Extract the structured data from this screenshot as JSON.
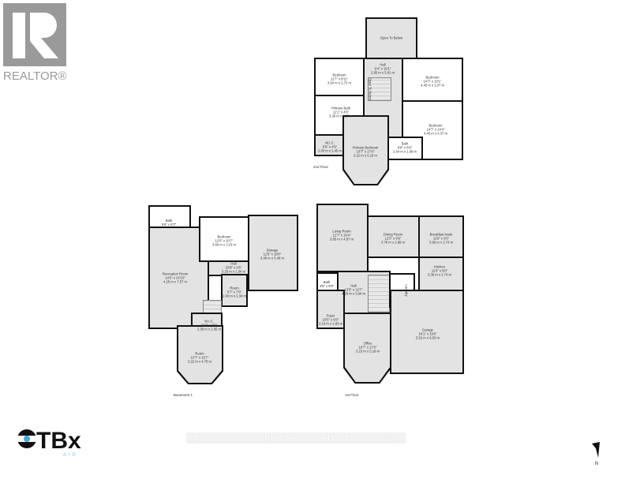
{
  "logos": {
    "realtor": "REALTOR®",
    "otbx": "OTBx",
    "otbx_sub": "AIR"
  },
  "watermark": "CENTURY 21 MILLER REAL ESTATE LTD., Brokerage",
  "compass": {
    "label": "N",
    "icon": "north-arrow-icon"
  },
  "colors": {
    "room_fill": "#e3e3e3",
    "wall": "#111111",
    "otbx_accent": "#4aa8d8"
  },
  "floors": {
    "second": {
      "label": "2nd Floor",
      "rooms": [
        {
          "name": "Open To Below",
          "dim_ft": "",
          "dim_m": ""
        },
        {
          "name": "Hall",
          "dim_ft": "9'4\" x 19'1\"",
          "dim_m": "2.85 m x 5.81 m"
        },
        {
          "name": "Bedroom",
          "dim_ft": "11'7\" x 8'11\"",
          "dim_m": "3.54 m x 2.72 m"
        },
        {
          "name": "Bedroom",
          "dim_ft": "14'7\" x 10'1\"",
          "dim_m": "4.45 m x 3.07 m"
        },
        {
          "name": "Bedroom",
          "dim_ft": "14'7\" x 14'4\"",
          "dim_m": "4.45 m x 4.37 m"
        },
        {
          "name": "Primary Bath",
          "dim_ft": "11'1\" x 4'6\"",
          "dim_m": "3.38 m x 1.37 m"
        },
        {
          "name": "W.I.C.",
          "dim_ft": "6'6\" x 4'9\"",
          "dim_m": "2.00 m x 1.45 m"
        },
        {
          "name": "Primary Bedroom",
          "dim_ft": "10'7\" x 17'0\"",
          "dim_m": "3.22 m x 5.18 m"
        },
        {
          "name": "Bath",
          "dim_ft": "8'8\" x 5'6\"",
          "dim_m": "2.64 m x 1.68 m"
        }
      ],
      "stairs_label": "Open To Below"
    },
    "basement": {
      "label": "Basement 1",
      "rooms": [
        {
          "name": "Bath",
          "dim_ft": "5'6\" x 6'7\"",
          "dim_m": ""
        },
        {
          "name": "Bedroom",
          "dim_ft": "12'0\" x 10'7\"",
          "dim_m": "3.66 m x 3.23 m"
        },
        {
          "name": "Storage",
          "dim_ft": "11'5\" x 18'0\"",
          "dim_m": "3.48 m x 5.49 m"
        },
        {
          "name": "Recreation Room",
          "dim_ft": "14'0\" x 24'10\"",
          "dim_m": "4.25 m x 7.57 m"
        },
        {
          "name": "Hall",
          "dim_ft": "10'8\" x 3'5\"",
          "dim_m": "3.25 m x 1.04 m"
        },
        {
          "name": "Room",
          "dim_ft": "6'7\" x 7'8\"",
          "dim_m": "2.00 m x 2.34 m"
        },
        {
          "name": "W.I.C.",
          "dim_ft": "7'10\" x 5'5\"",
          "dim_m": "2.39 m x 1.65 m"
        },
        {
          "name": "Room",
          "dim_ft": "10'7\" x 15'7\"",
          "dim_m": "3.22 m x 4.76 m"
        }
      ]
    },
    "first": {
      "label": "1st Floor",
      "rooms": [
        {
          "name": "Living Room",
          "dim_ft": "12'7\" x 16'4\"",
          "dim_m": "3.85 m x 4.97 m"
        },
        {
          "name": "Dining Room",
          "dim_ft": "12'5\" x 9'9\"",
          "dim_m": "3.78 m x 2.98 m"
        },
        {
          "name": "Breakfast Nook",
          "dim_ft": "11'8\" x 9'0\"",
          "dim_m": "3.56 m x 2.74 m"
        },
        {
          "name": "Kitchen",
          "dim_ft": "11'0\" x 9'0\"",
          "dim_m": "3.36 m x 2.74 m"
        },
        {
          "name": "Bath",
          "dim_ft": "4'9\" x 6'9\"",
          "dim_m": ""
        },
        {
          "name": "Hall",
          "dim_ft": "13'9\" x 12'7\"",
          "dim_m": "4.20 m x 3.84 m"
        },
        {
          "name": "Laundry",
          "dim_ft": "",
          "dim_m": ""
        },
        {
          "name": "Foyer",
          "dim_ft": "10'5\" x 6'0\"",
          "dim_m": "3.18 m x 1.83 m"
        },
        {
          "name": "Office",
          "dim_ft": "10'7\" x 17'0\"",
          "dim_m": "3.23 m x 5.18 m"
        },
        {
          "name": "Garage",
          "dim_ft": "18'1\" x 19'9\"",
          "dim_m": "5.52 m x 6.03 m"
        }
      ]
    }
  }
}
